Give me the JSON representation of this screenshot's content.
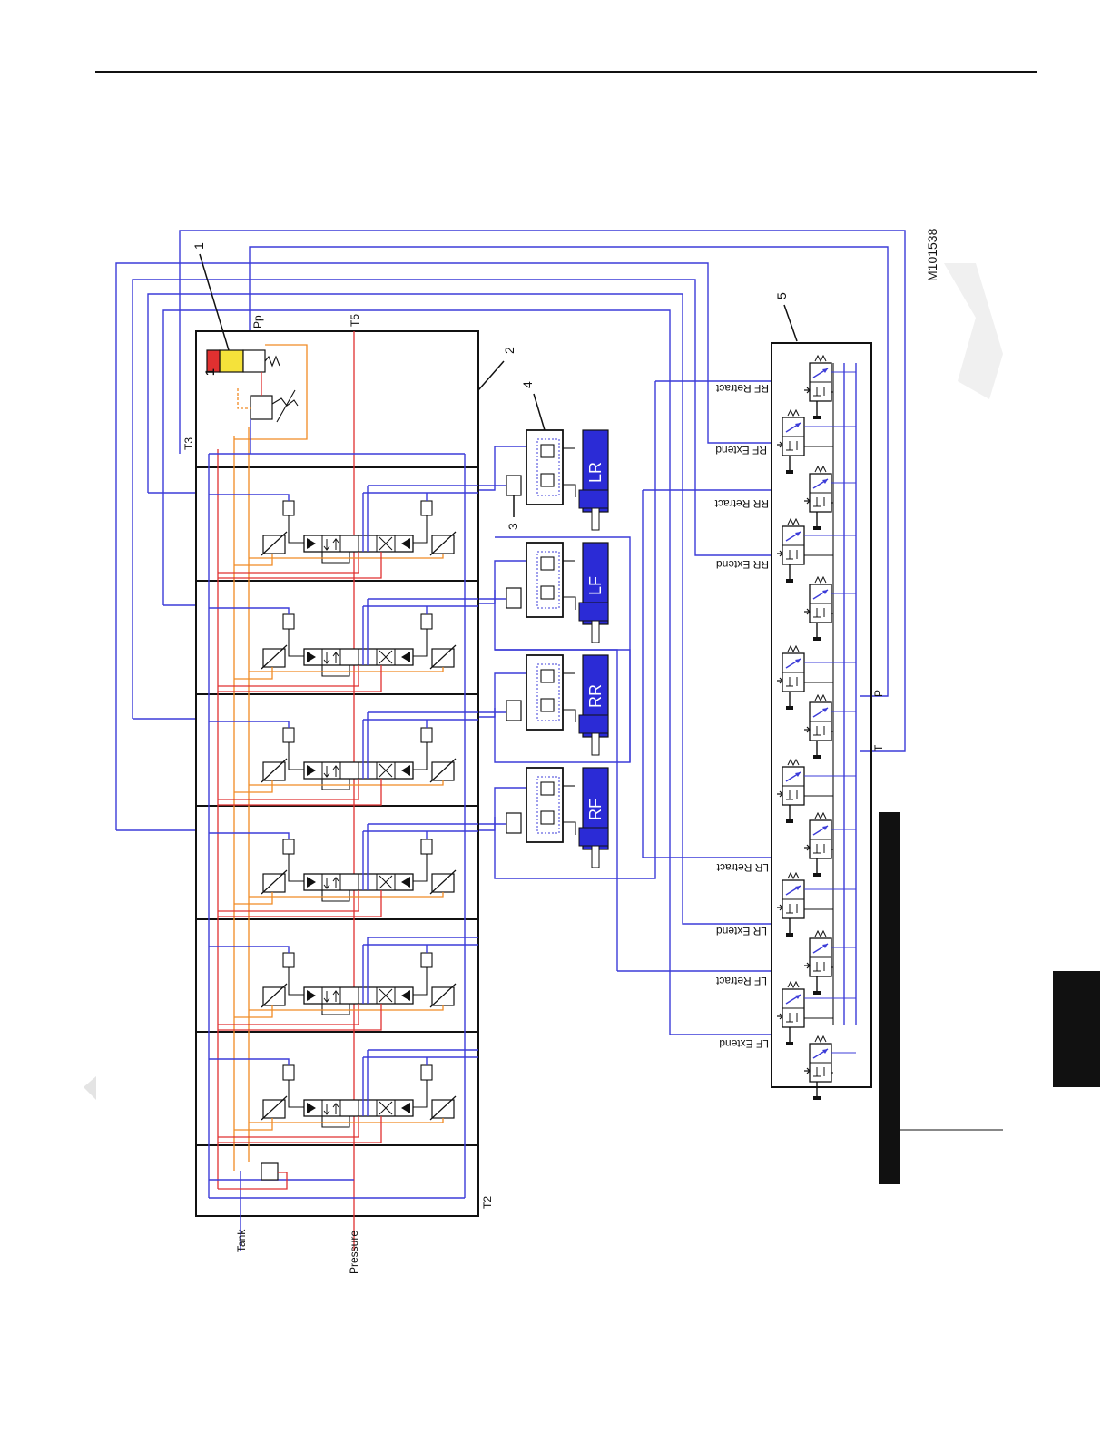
{
  "figure_id": "M101538",
  "callouts": [
    "1",
    "2",
    "3",
    "4",
    "5"
  ],
  "coil_label": "1",
  "ports": {
    "pp": "Pp",
    "t5": "T5",
    "t3": "T3",
    "t2": "T2",
    "p": "P",
    "t": "T"
  },
  "line_labels": {
    "tank": "Tank",
    "pressure": "Pressure"
  },
  "cylinders": [
    "LR",
    "LF",
    "RR",
    "RF"
  ],
  "manifold_ports": [
    "RF Retract",
    "RF Extend",
    "RR Retract",
    "RR Extend",
    "LR Retract",
    "LR Extend",
    "LF Retract",
    "LF Extend"
  ],
  "colors": {
    "pressure": "#e03030",
    "pilot": "#f08a24",
    "return": "#3c3cd8",
    "cylinder": "#2b2bd6",
    "solenoid": "#f5e23a"
  }
}
